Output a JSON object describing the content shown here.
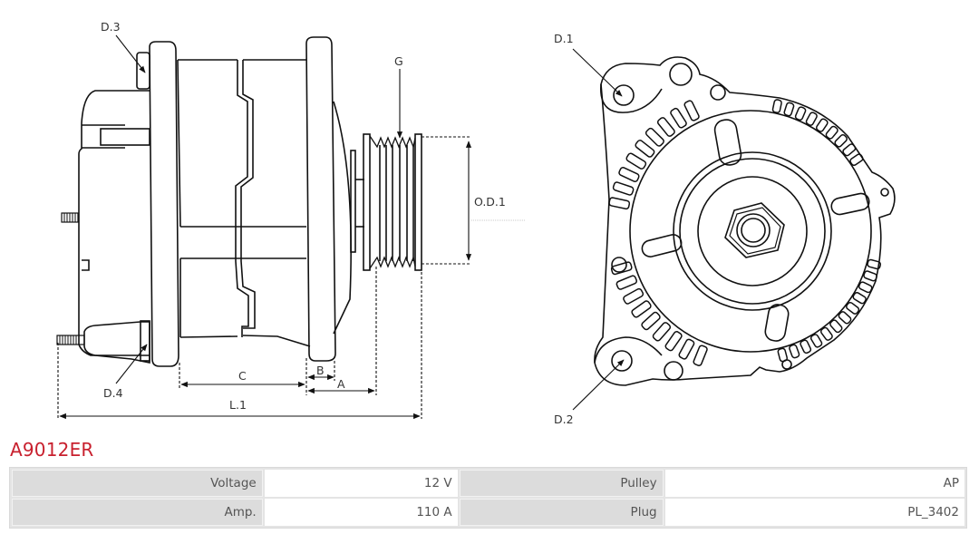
{
  "part_number": "A9012ER",
  "drawing": {
    "side_view_labels": {
      "d3": "D.3",
      "d4": "D.4",
      "g": "G",
      "od1": "O.D.1",
      "c": "C",
      "b": "B",
      "a": "A",
      "l1": "L.1"
    },
    "front_view_labels": {
      "d1": "D.1",
      "d2": "D.2"
    }
  },
  "specs": [
    {
      "left_label": "Voltage",
      "left_value": "12 V",
      "right_label": "Pulley",
      "right_value": "AP"
    },
    {
      "left_label": "Amp.",
      "left_value": "110 A",
      "right_label": "Plug",
      "right_value": "PL_3402"
    }
  ],
  "colors": {
    "title": "#c8202e",
    "key_cell_bg": "#dcdcdc",
    "value_cell_bg": "#ffffff",
    "line": "#111111"
  }
}
